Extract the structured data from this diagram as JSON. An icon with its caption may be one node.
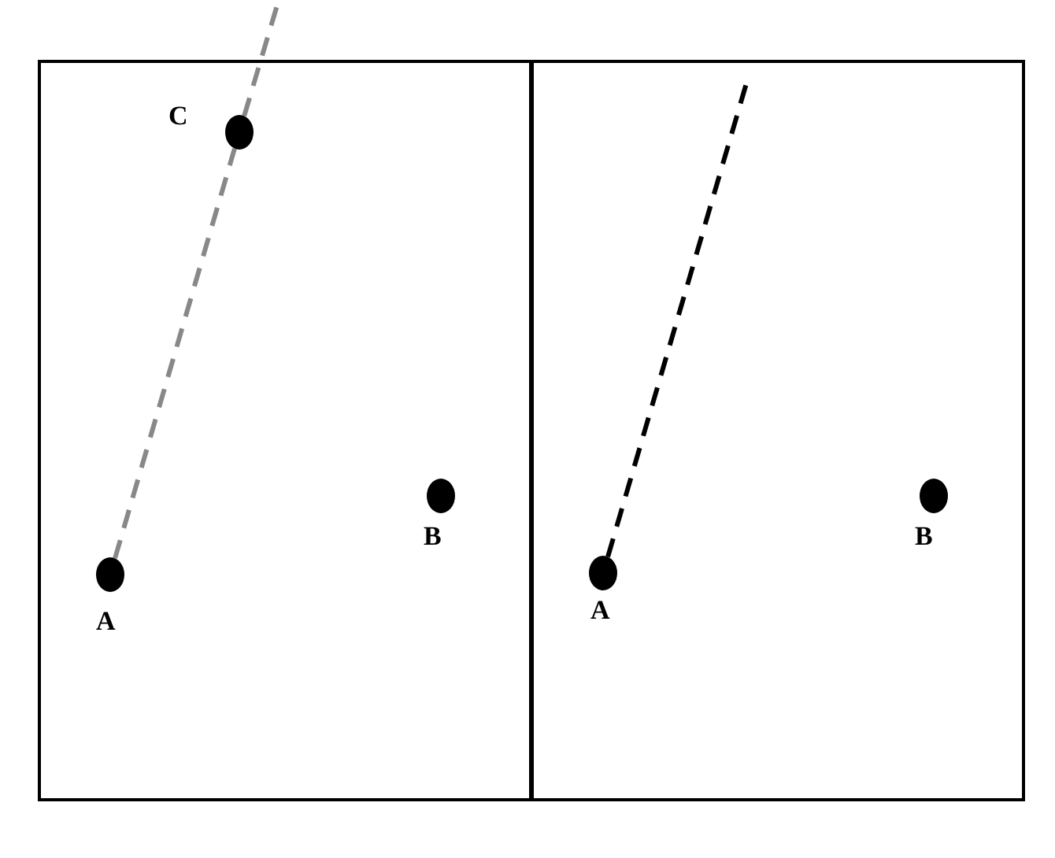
{
  "diagram": {
    "nodes": [
      {
        "text": [],
        "shape": "box"
      },
      {
        "text": [],
        "shape": "circle",
        "in": 0,
        "beside": [
          "C"
        ]
      },
      {
        "text": [],
        "shape": "circle",
        "in": 0,
        "beside": [
          "B"
        ]
      },
      {
        "text": [],
        "shape": "circle",
        "in": 0,
        "beside": [
          "A"
        ]
      },
      {
        "text": [],
        "shape": "box"
      },
      {
        "text": [],
        "shape": "circle",
        "in": 4,
        "beside": [
          "B"
        ]
      },
      {
        "text": [],
        "shape": "circle",
        "in": 4,
        "beside": [
          "A"
        ]
      }
    ],
    "edges": [
      {
        "from": 3,
        "to": 1,
        "arrow": "none",
        "style": "dashed",
        "color": "#888888"
      },
      {
        "from": 1,
        "to": null,
        "arrow": "none",
        "style": "dashed",
        "color": "#888888"
      },
      {
        "from": 6,
        "to": null,
        "arrow": "none",
        "style": "dashed",
        "color": "#000000"
      }
    ]
  }
}
